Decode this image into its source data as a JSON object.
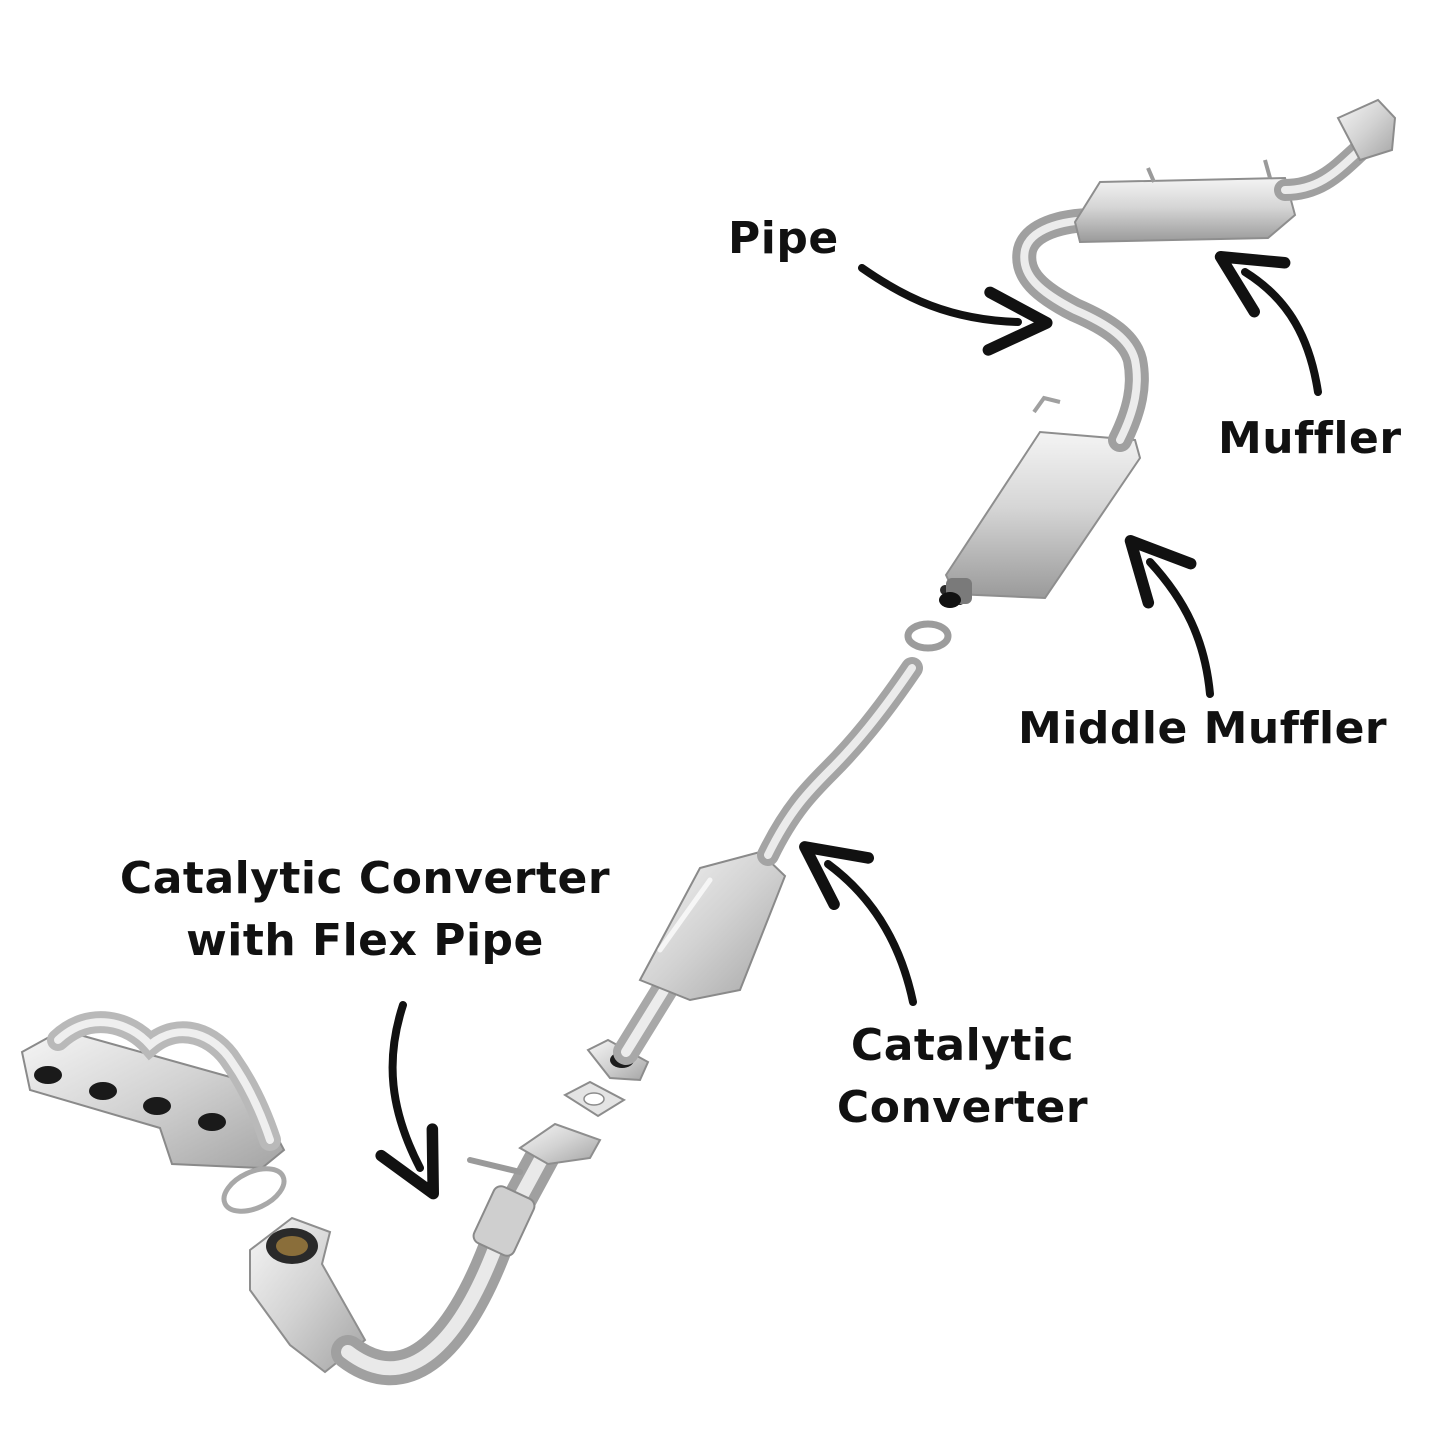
{
  "labels": {
    "pipe": "Pipe",
    "muffler": "Muffler",
    "middle_muffler": "Middle Muffler",
    "catalytic_converter": [
      "Catalytic",
      "Converter"
    ],
    "catalytic_converter_flex": [
      "Catalytic Converter",
      "with Flex Pipe"
    ]
  },
  "parts": [
    "exhaust-manifold",
    "manifold-gasket",
    "front-catalytic-converter",
    "flex-pipe",
    "flange-gasket",
    "catalytic-converter",
    "intermediate-pipe",
    "pipe-clamp",
    "middle-muffler",
    "over-axle-pipe",
    "rear-muffler",
    "tailpipe"
  ],
  "colors": {
    "text": "#111111",
    "arrow": "#111111",
    "metal_light": "#e8e8e8",
    "metal_mid": "#c4c4c4",
    "metal_dark": "#8e8e8e",
    "background": "#ffffff"
  }
}
